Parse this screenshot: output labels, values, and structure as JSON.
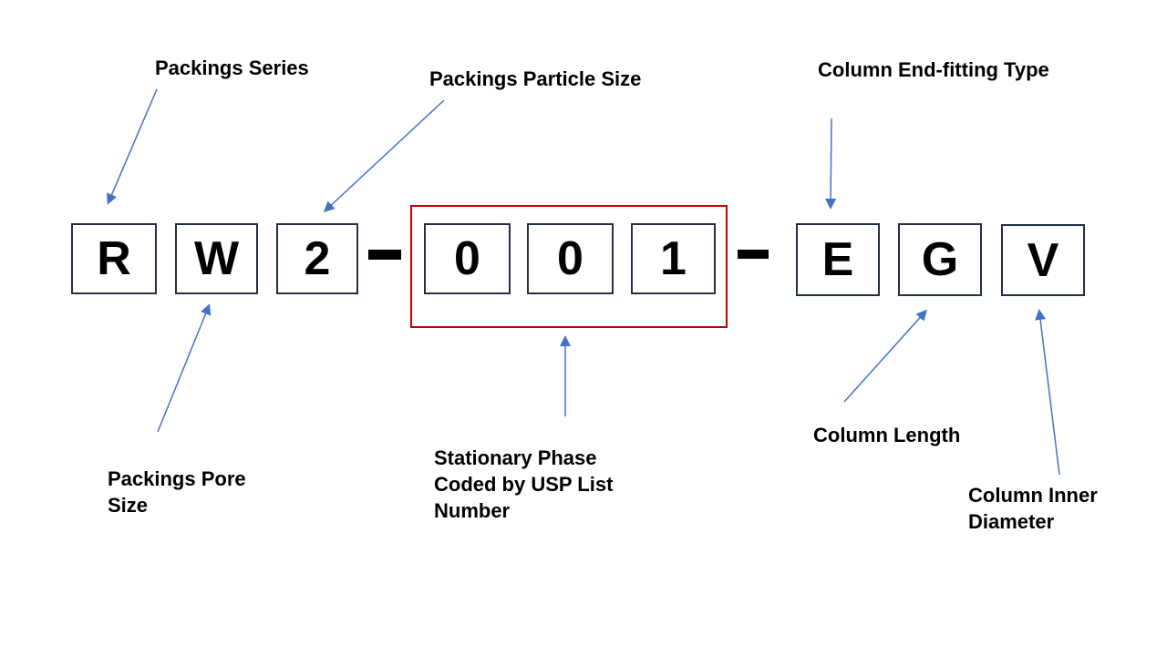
{
  "code": {
    "full_code": "RW2-001-EGV",
    "letters": [
      "R",
      "W",
      "2",
      "0",
      "0",
      "1",
      "E",
      "G",
      "V"
    ],
    "separators": [
      "-",
      "-"
    ]
  },
  "labels": {
    "packings_series": "Packings Series",
    "packings_particle_size": "Packings Particle Size",
    "column_end_fitting_type": "Column End-fitting Type",
    "packings_pore_size": "Packings Pore Size",
    "stationary_phase": "Stationary Phase Coded by USP List Number",
    "column_length": "Column Length",
    "column_inner_diameter": "Column Inner Diameter"
  },
  "colors": {
    "background": "#ffffff",
    "text": "#000000",
    "box_border": "#233044",
    "highlight_border": "#c00000",
    "arrow": "#4472c4",
    "dash": "#000000"
  }
}
